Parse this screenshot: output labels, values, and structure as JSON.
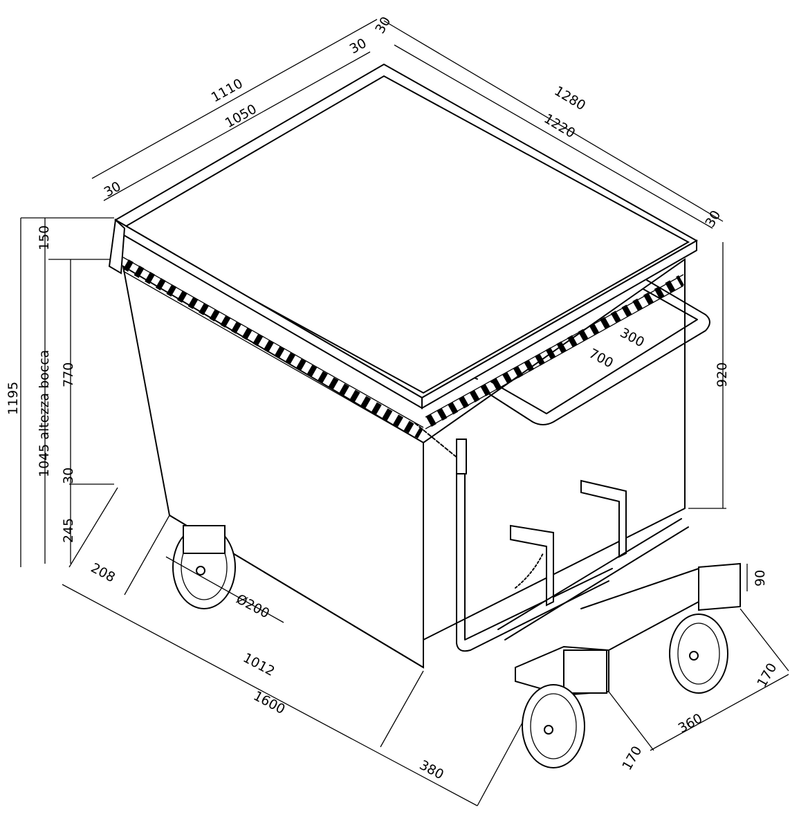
{
  "dimensions": {
    "top_outer_width": "1110",
    "top_inner_width": "1050",
    "top_rim_left_a": "30",
    "top_rim_left_b": "30",
    "top_rim_corner": "30",
    "top_outer_length": "1280",
    "top_inner_length": "1220",
    "top_rim_right": "30",
    "rim_height": "150",
    "total_height": "1195",
    "mouth_height": "1045 altezza bocca",
    "body_height": "770",
    "gap": "30",
    "base_height": "245",
    "overhang": "208",
    "wheel_diameter": "Ø200",
    "inner_base": "1012",
    "total_length": "1600",
    "rear_offset": "380",
    "handle_depth": "300",
    "handle_width": "700",
    "side_height": "920",
    "tube_height": "90",
    "tube_width_right": "170",
    "tube_spacing": "360",
    "tube_width_left": "170"
  },
  "colors": {
    "line": "#000000",
    "background": "#ffffff"
  }
}
